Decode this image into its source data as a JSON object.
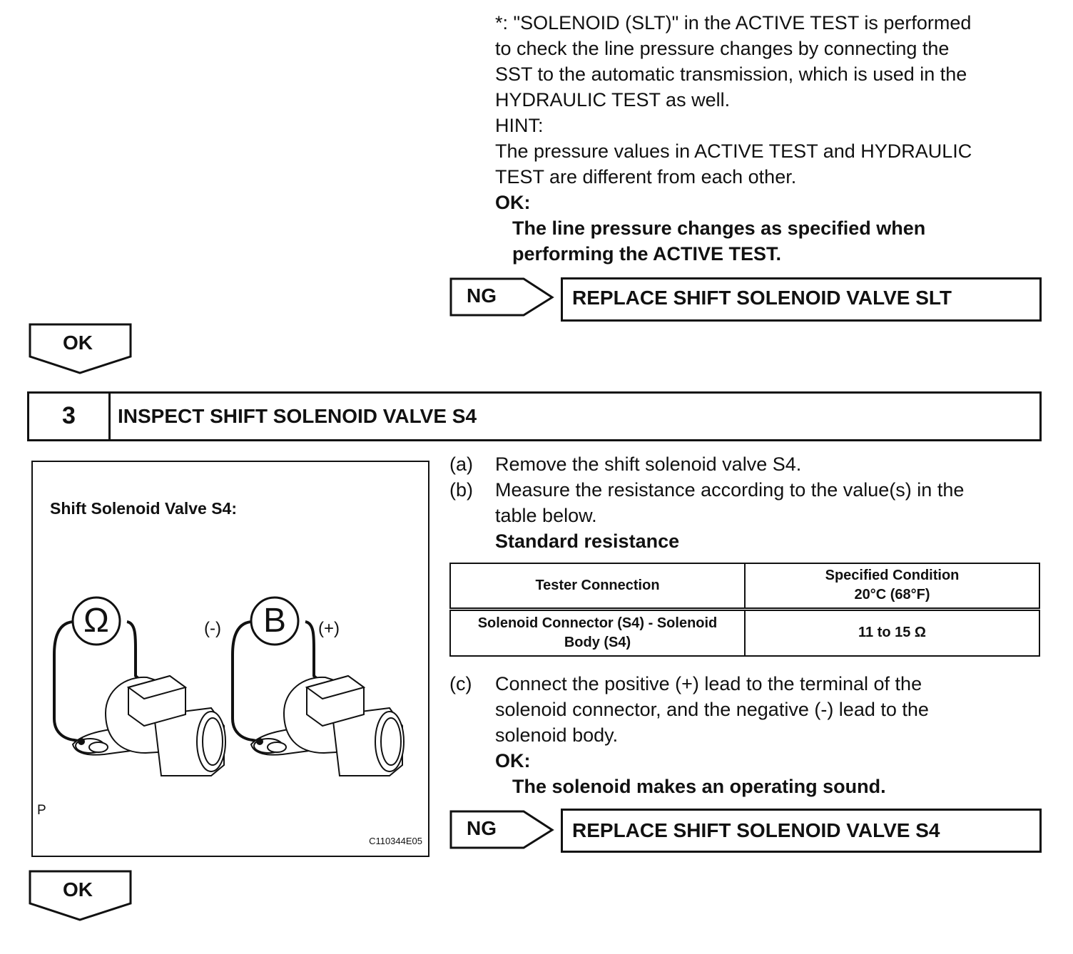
{
  "top_section": {
    "note_lines": [
      "*: \"SOLENOID (SLT)\" in the ACTIVE TEST is performed",
      "to check the line pressure changes by connecting the",
      "SST to the automatic transmission, which is used in the",
      "HYDRAULIC TEST as well."
    ],
    "hint_label": "HINT:",
    "hint_lines": [
      "The pressure values in ACTIVE TEST and HYDRAULIC",
      "TEST are different from each other."
    ],
    "ok_label": "OK:",
    "ok_result_lines": [
      "The line pressure changes as specified when",
      "performing the ACTIVE TEST."
    ],
    "ng_label": "NG",
    "ng_action": "REPLACE SHIFT SOLENOID VALVE SLT"
  },
  "ok_arrow_1": "OK",
  "step": {
    "number": "3",
    "title": "INSPECT SHIFT SOLENOID VALVE S4"
  },
  "figure": {
    "title": "Shift Solenoid Valve S4:",
    "ohmmeter_symbol": "Ω",
    "battery_symbol": "B",
    "minus_label": "(-)",
    "plus_label": "(+)",
    "corner_mark": "P",
    "figure_code": "C110344E05"
  },
  "instructions": {
    "a_marker": "(a)",
    "a_text": "Remove the shift solenoid valve S4.",
    "b_marker": "(b)",
    "b_lines": [
      "Measure the resistance according to the value(s) in the",
      "table below."
    ],
    "standard_label": "Standard resistance",
    "table": {
      "header_col1": "Tester Connection",
      "header_col2_line1": "Specified Condition",
      "header_col2_line2": "20°C (68°F)",
      "row_col1_line1": "Solenoid Connector (S4) - Solenoid",
      "row_col1_line2": "Body (S4)",
      "row_col2": "11 to 15 Ω"
    },
    "c_marker": "(c)",
    "c_lines": [
      "Connect the positive (+) lead to the terminal of the",
      "solenoid connector, and the negative (-) lead to the",
      "solenoid body."
    ],
    "ok_label": "OK:",
    "ok_result": "The solenoid makes an operating sound.",
    "ng_label": "NG",
    "ng_action": "REPLACE SHIFT SOLENOID VALVE S4"
  },
  "ok_arrow_2": "OK"
}
